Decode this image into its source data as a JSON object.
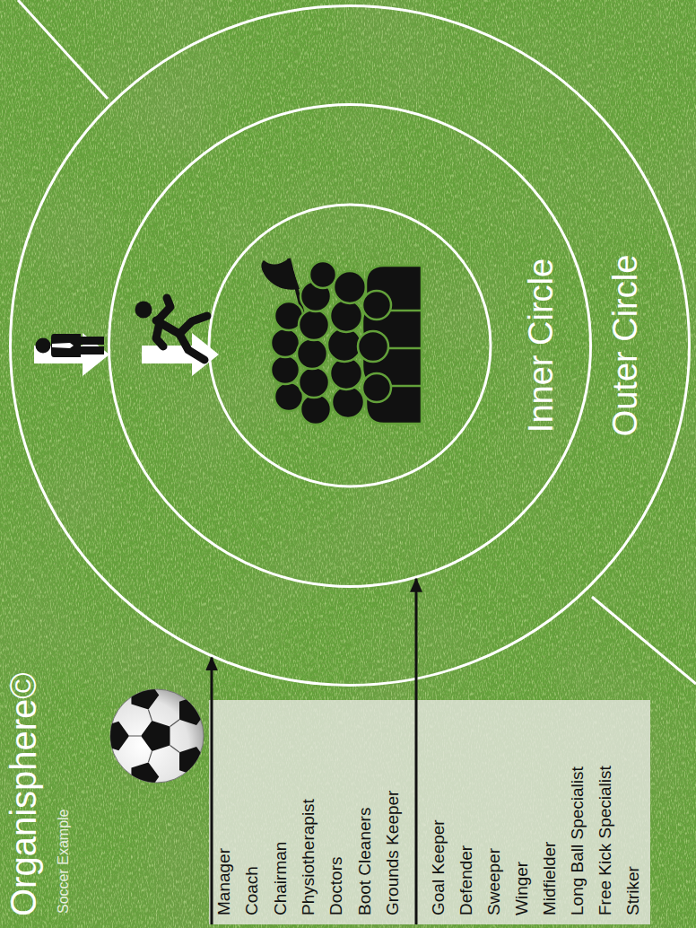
{
  "diagram": {
    "title": "Organisphere©",
    "nodes": [
      {
        "text": [
          "Manager",
          "Coach",
          "Chairman",
          "Physiotherapist",
          "Doctors",
          "Boot Cleaners",
          "Grounds Keeper",
          "Goal Keeper",
          "Defender",
          "Sweeper",
          "Winger",
          "Midfielder",
          "Long Ball Specialist",
          "Free Kick Specialist",
          "Striker"
        ]
      },
      {
        "text": [
          "Outer Circle"
        ]
      },
      {
        "text": [
          "Inner Circle"
        ],
        "in": 1
      }
    ],
    "edges": [
      {
        "from": 0,
        "to": 1,
        "arrow": "to"
      },
      {
        "from": 0,
        "to": 2,
        "arrow": "to"
      }
    ],
    "labels": [
      "Soccer Example"
    ]
  }
}
